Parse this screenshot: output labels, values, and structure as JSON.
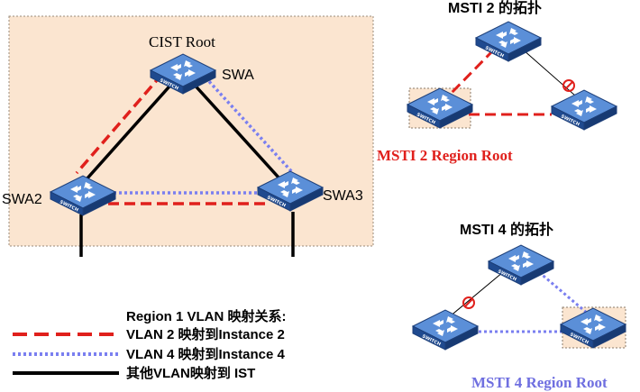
{
  "main_topology": {
    "cist_root_label": "CIST Root",
    "switches": {
      "swa": "SWA",
      "swa2": "SWA2",
      "swa3": "SWA3"
    },
    "region_color": "#fbe5d0"
  },
  "msti2": {
    "title": "MSTI 2 的拓扑",
    "region_root_label": "MSTI 2 Region Root",
    "label_color": "#e0201c"
  },
  "msti4": {
    "title": "MSTI 4 的拓扑",
    "region_root_label": "MSTI 4 Region Root",
    "label_color": "#6f6fe0"
  },
  "legend": {
    "title": "Region 1 VLAN 映射关系:",
    "items": [
      {
        "style": "red-dashed",
        "label": "VLAN 2 映射到Instance 2"
      },
      {
        "style": "blue-dotted",
        "label": "VLAN 4 映射到Instance 4"
      },
      {
        "style": "black-solid",
        "label": "其他VLAN映射到 IST"
      }
    ]
  },
  "switch_label_text": "SWITCH",
  "colors": {
    "red": "#e0201c",
    "blue": "#7a7ff0",
    "black": "#000000",
    "switch_blue": "#2f63b3"
  },
  "icons": {
    "switch": "network-switch-icon",
    "blocked": "blocked-port-icon"
  }
}
